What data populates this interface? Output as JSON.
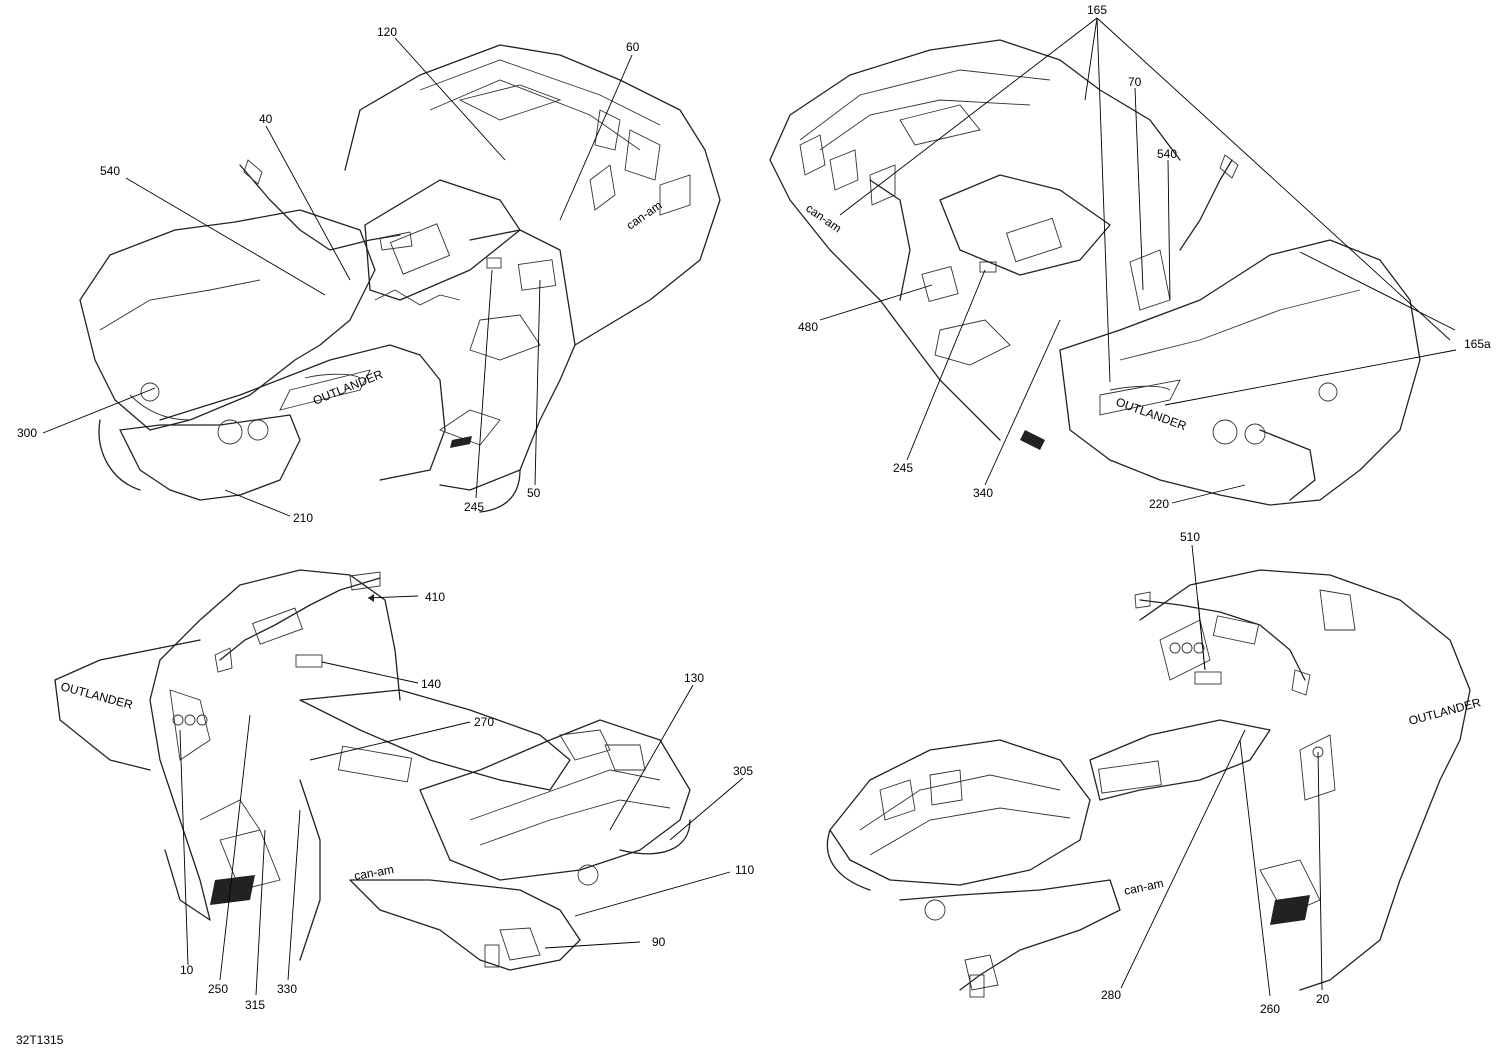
{
  "diagram": {
    "reference_code": "32T1315",
    "callouts": {
      "c120": "120",
      "c60": "60",
      "c40": "40",
      "c540a": "540",
      "c300": "300",
      "c210": "210",
      "c245a": "245",
      "c50": "50",
      "c165": "165",
      "c70": "70",
      "c540b": "540",
      "c480": "480",
      "c165a": "165a",
      "c245b": "245",
      "c340": "340",
      "c220": "220",
      "c410": "410",
      "c140": "140",
      "c270": "270",
      "c130": "130",
      "c305": "305",
      "c110": "110",
      "c90": "90",
      "c10": "10",
      "c250": "250",
      "c315": "315",
      "c330": "330",
      "c510": "510",
      "c280": "280",
      "c260": "260",
      "c20": "20"
    },
    "decal_texts": {
      "brand": "can-am",
      "model": "OUTLANDER"
    }
  }
}
